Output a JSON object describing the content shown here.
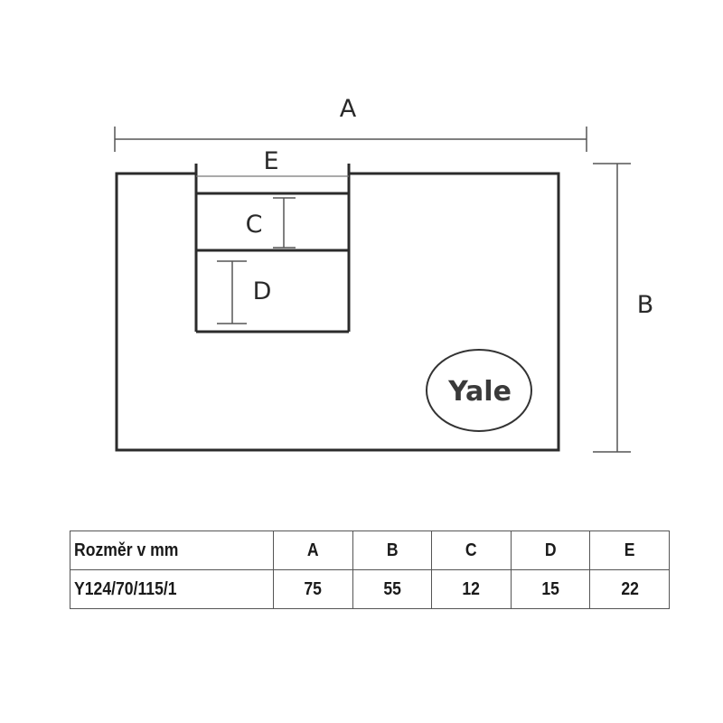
{
  "diagram": {
    "labels": {
      "a": "A",
      "b": "B",
      "c": "C",
      "d": "D",
      "e": "E"
    },
    "logo": "Yale"
  },
  "table": {
    "header": [
      "Rozměr v mm",
      "A",
      "B",
      "C",
      "D",
      "E"
    ],
    "row": [
      "Y124/70/115/1",
      "75",
      "55",
      "12",
      "15",
      "22"
    ]
  }
}
